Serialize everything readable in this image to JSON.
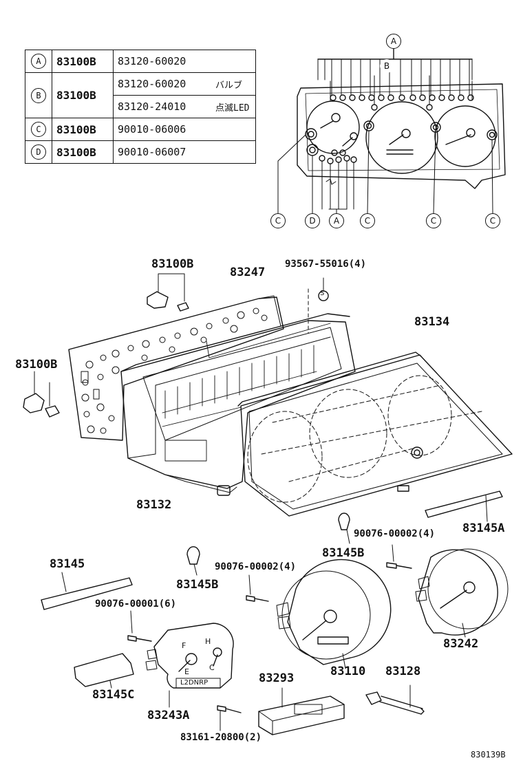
{
  "table": [
    {
      "key": "A",
      "part": "83100B",
      "rows": [
        {
          "num": "83120-60020",
          "note": ""
        }
      ]
    },
    {
      "key": "B",
      "part": "83100B",
      "rows": [
        {
          "num": "83120-60020",
          "note": "バルブ"
        },
        {
          "num": "83120-24010",
          "note": "点滅LED"
        }
      ]
    },
    {
      "key": "C",
      "part": "83100B",
      "rows": [
        {
          "num": "90010-06006",
          "note": ""
        }
      ]
    },
    {
      "key": "D",
      "part": "83100B",
      "rows": [
        {
          "num": "90010-06007",
          "note": ""
        }
      ]
    }
  ],
  "bubbles": {
    "a_top": "A",
    "b_inner": "B",
    "c1": "C",
    "d": "D",
    "a_bottom": "A",
    "c2": "C",
    "c3": "C",
    "c4": "C"
  },
  "labels": {
    "p83100b_top": "83100B",
    "p83247": "83247",
    "p93567": "93567-55016(4)",
    "s_mark": "S",
    "p83134": "83134",
    "p83100b_left": "83100B",
    "p83132": "83132",
    "p83145a": "83145A",
    "p90076_2a": "90076-00002(4)",
    "p83145b_r": "83145B",
    "p83145": "83145",
    "p90076_2b": "90076-00002(4)",
    "p83145b_l": "83145B",
    "p90076_1": "90076-00001(6)",
    "p83242": "83242",
    "p83110": "83110",
    "p83128": "83128",
    "p83293": "83293",
    "p83145c": "83145C",
    "p83243a": "83243A",
    "p83161": "83161-20800(2)",
    "code": "830139B"
  },
  "gauge_letters": {
    "f": "F",
    "h": "H",
    "e": "E",
    "c": "C",
    "prnd": "L2DNRP"
  }
}
